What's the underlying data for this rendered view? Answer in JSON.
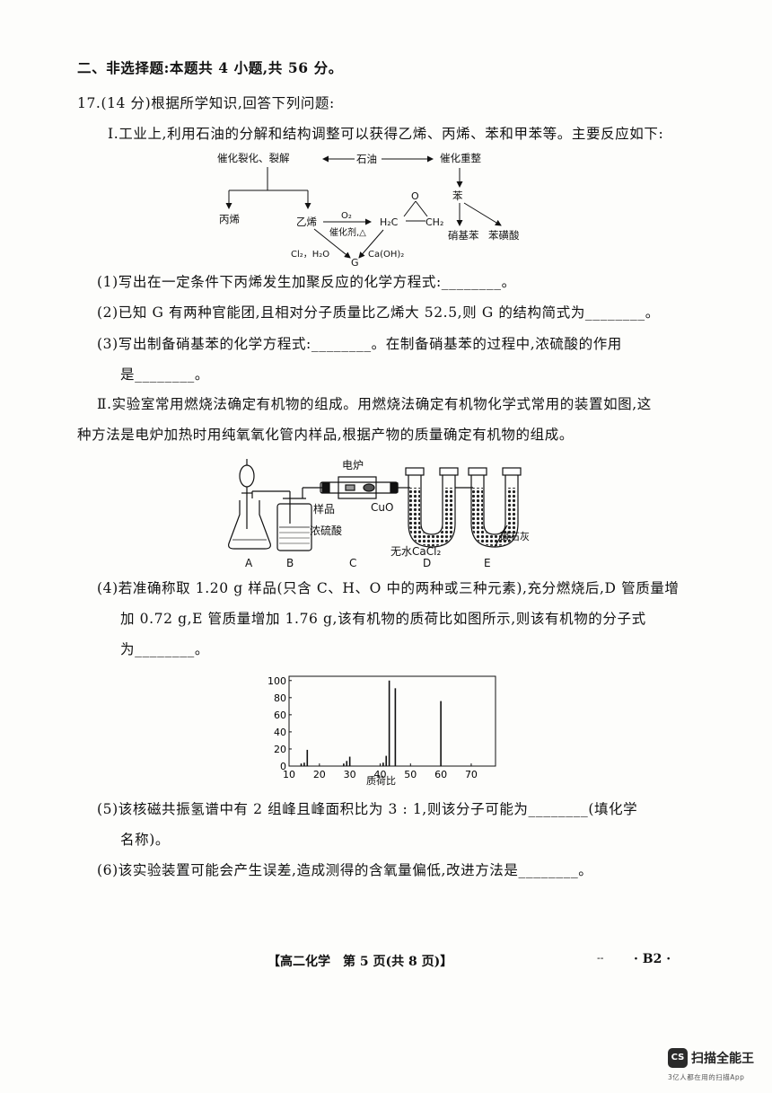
{
  "section_heading": "二、非选择题:本题共 4 小题,共 56 分。",
  "q17_stem": "17.(14 分)根据所学知识,回答下列问题:",
  "part1_intro": "Ⅰ.工业上,利用石油的分解和结构调整可以获得乙烯、丙烯、苯和甲苯等。主要反应如下:",
  "flow": {
    "cracking": "催化裂化、裂解",
    "oil": "石油",
    "reforming": "催化重整",
    "propene": "丙烯",
    "ethene": "乙烯",
    "benzene": "苯",
    "o2": "O₂",
    "cat_heat": "催化剂,△",
    "epoxide_o": "O",
    "h2c": "H₂C",
    "ch2": "CH₂",
    "nitrobenzene": "硝基苯",
    "benzenesulfonic": "苯磺酸",
    "cl2_h2o": "Cl₂，H₂O",
    "g": "G",
    "caoh2": "Ca(OH)₂"
  },
  "q1": "(1)写出在一定条件下丙烯发生加聚反应的化学方程式:________。",
  "q2": "(2)已知 G 有两种官能团,且相对分子质量比乙烯大 52.5,则 G 的结构简式为________。",
  "q3_a": "(3)写出制备硝基苯的化学方程式:________。在制备硝基苯的过程中,浓硫酸的作用",
  "q3_b": "是________。",
  "part2_a": "Ⅱ.实验室常用燃烧法确定有机物的组成。用燃烧法确定有机物化学式常用的装置如图,这",
  "part2_b": "种方法是电炉加热时用纯氧氧化管内样品,根据产物的质量确定有机物的组成。",
  "apparatus": {
    "furnace": "电炉",
    "sample": "样品",
    "cuo": "CuO",
    "conc_h2so4": "浓硫酸",
    "cacl2": "无水CaCl₂",
    "soda_lime": "碱石灰",
    "labels": [
      "A",
      "B",
      "C",
      "D",
      "E"
    ]
  },
  "q4_a": "(4)若准确称取 1.20 g 样品(只含 C、H、O 中的两种或三种元素),充分燃烧后,D 管质量增",
  "q4_b": "加 0.72 g,E 管质量增加 1.76 g,该有机物的质荷比如图所示,则该有机物的分子式",
  "q4_c": "为________。",
  "chart_data": {
    "type": "bar",
    "xlabel": "质荷比",
    "ylabel": "",
    "xlim": [
      10,
      78
    ],
    "ylim": [
      0,
      105
    ],
    "x_ticks": [
      10,
      20,
      30,
      40,
      50,
      60,
      70
    ],
    "y_ticks": [
      0,
      20,
      40,
      60,
      80,
      100
    ],
    "x": [
      14,
      15,
      16,
      28,
      29,
      30,
      41,
      42,
      43,
      45,
      60
    ],
    "values": [
      3,
      4,
      19,
      3,
      6,
      11,
      4,
      12,
      100,
      91,
      76
    ]
  },
  "q5_a": "(5)该核磁共振氢谱中有 2 组峰且峰面积比为 3 : 1,则该分子可能为________(填化学",
  "q5_b": "名称)。",
  "q6": "(6)该实验装置可能会产生误差,造成测得的含氧量偏低,改进方法是________。",
  "footer_center": "【高二化学　第 5 页(共 8 页)】",
  "footer_right": "· B2 ·",
  "footer_dash": "--",
  "watermark": {
    "logo": "CS",
    "name": "扫描全能王",
    "tagline": "3亿人都在用的扫描App"
  }
}
